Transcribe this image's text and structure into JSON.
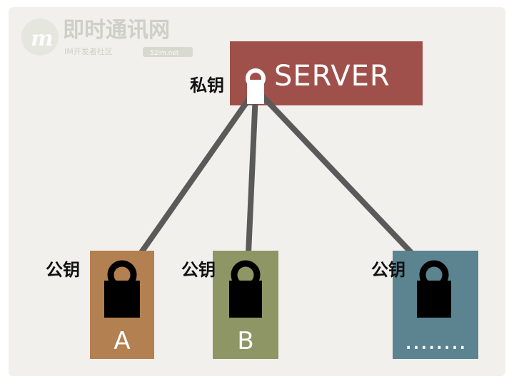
{
  "watermark": {
    "brand": "即时通讯网",
    "tagline": "IM开发者社区",
    "badge": "52im.net"
  },
  "server": {
    "label": "SERVER",
    "key_label": "私钥",
    "color": "#a0504b"
  },
  "clients": [
    {
      "letter": "A",
      "key_label": "公钥",
      "color": "#b38051"
    },
    {
      "letter": "B",
      "key_label": "公钥",
      "color": "#8f9666"
    },
    {
      "letter": "........",
      "key_label": "公钥",
      "color": "#5b8390"
    }
  ],
  "colors": {
    "background": "#f1f0ec",
    "line": "#5a5a5a",
    "lock": "#000000",
    "server_lock": "#ffffff"
  }
}
